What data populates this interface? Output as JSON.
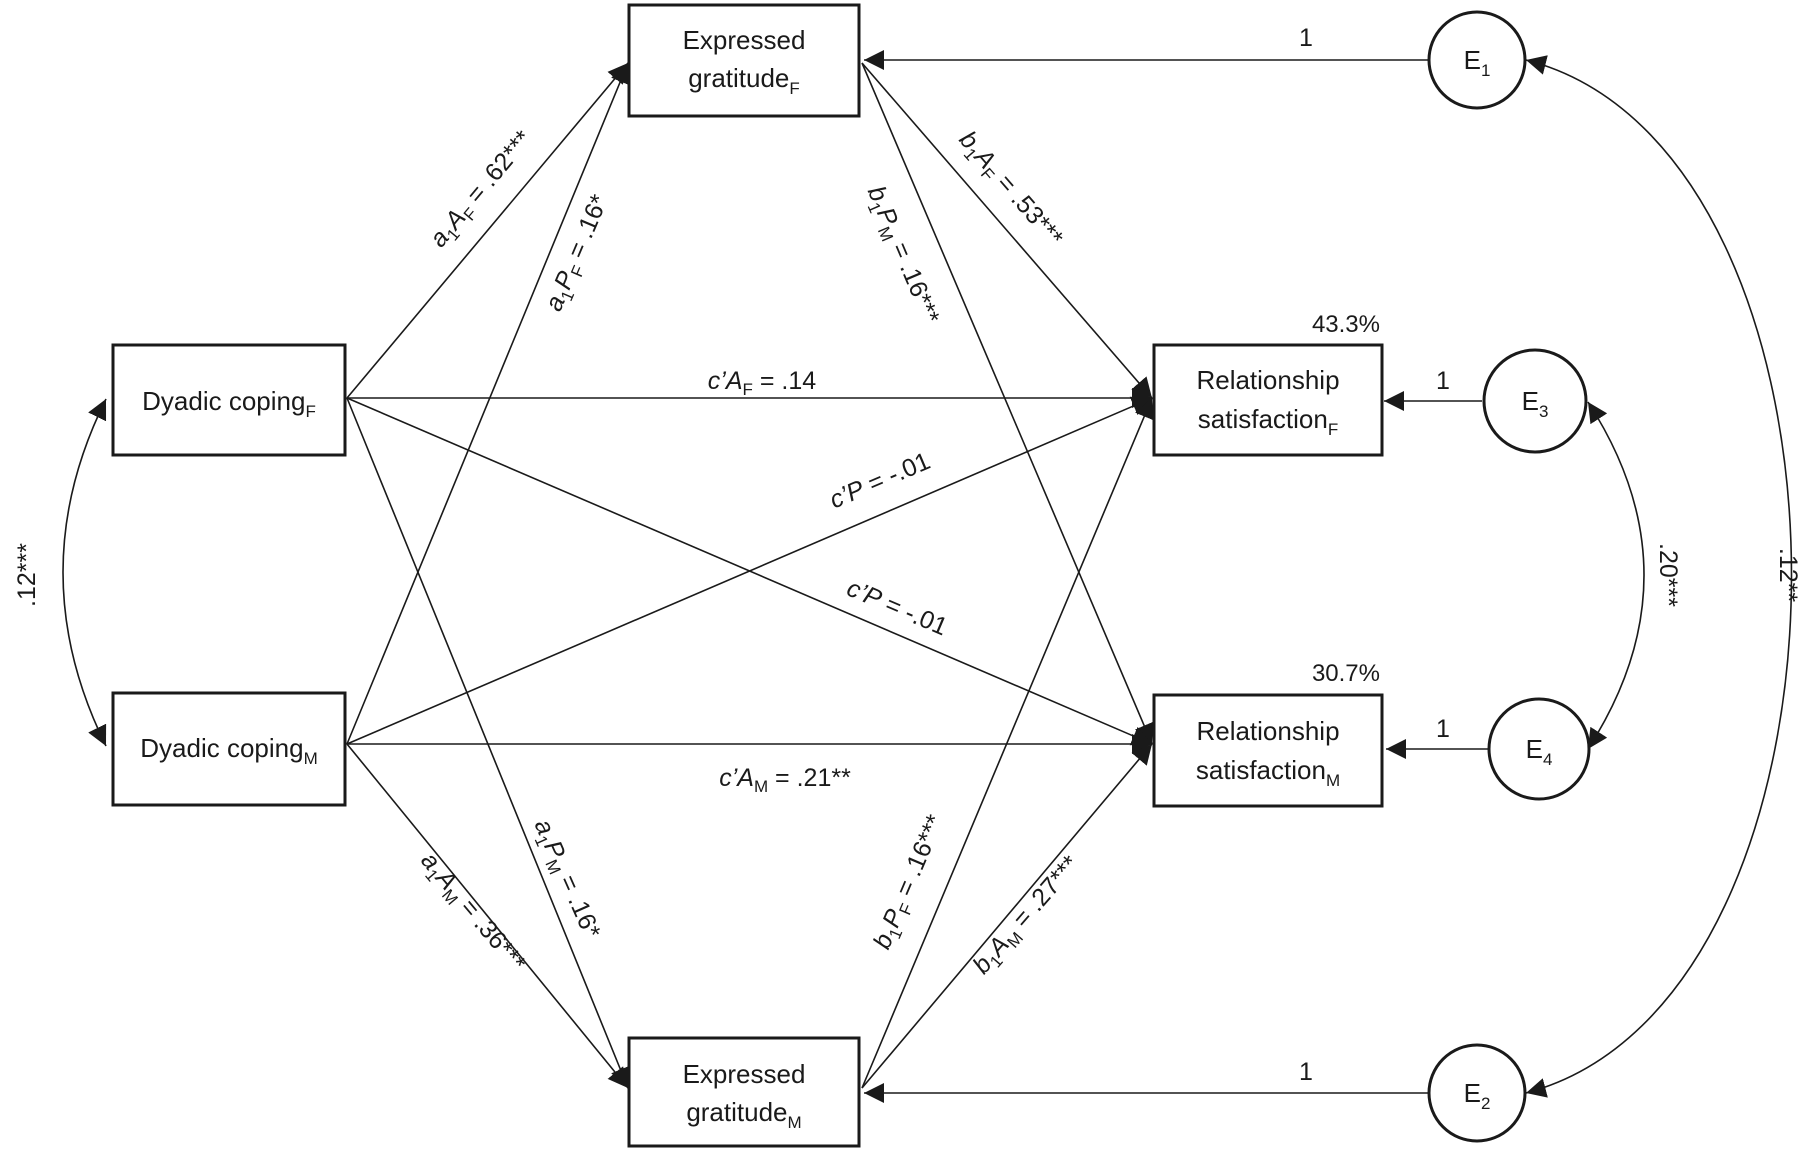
{
  "nodes": {
    "dc_f": {
      "line1": "Dyadic coping",
      "sub1": "F"
    },
    "dc_m": {
      "line1": "Dyadic coping",
      "sub1": "M"
    },
    "eg_f": {
      "line1": "Expressed",
      "line2": "gratitude",
      "sub2": "F"
    },
    "eg_m": {
      "line1": "Expressed",
      "line2": "gratitude",
      "sub2": "M"
    },
    "rs_f": {
      "line1": "Relationship",
      "line2": "satisfaction",
      "sub2": "F",
      "r2": "43.3%"
    },
    "rs_m": {
      "line1": "Relationship",
      "line2": "satisfaction",
      "sub2": "M",
      "r2": "30.7%"
    },
    "e1": {
      "letter": "E",
      "sub": "1"
    },
    "e2": {
      "letter": "E",
      "sub": "2"
    },
    "e3": {
      "letter": "E",
      "sub": "3"
    },
    "e4": {
      "letter": "E",
      "sub": "4"
    }
  },
  "paths": {
    "a1AF": {
      "v": "a",
      "vs": "1",
      "w": "A",
      "ws": "F",
      "rest": " = .62***"
    },
    "a1PF": {
      "v": "a",
      "vs": "1",
      "w": "P",
      "ws": "F",
      "rest": " = .16*"
    },
    "b1AF": {
      "v": "b",
      "vs": "1",
      "w": "A",
      "ws": "F",
      "rest": " = .53***"
    },
    "b1PM": {
      "v": "b",
      "vs": "1",
      "w": "P",
      "ws": "M",
      "rest": " = .16***"
    },
    "cAF": {
      "v": "c’",
      "w": "A",
      "ws": "F",
      "rest": " = .14"
    },
    "cP1": {
      "v": "c’",
      "w": "P",
      "rest": " = -.01"
    },
    "cP2": {
      "v": "c’",
      "w": "P",
      "rest": " = -.01"
    },
    "cAM": {
      "v": "c’",
      "w": "A",
      "ws": "M",
      "rest": " = .21**"
    },
    "a1AM": {
      "v": "a",
      "vs": "1",
      "w": "A",
      "ws": "M",
      "rest": " = .36***"
    },
    "a1PM": {
      "v": "a",
      "vs": "1",
      "w": "P",
      "ws": "M",
      "rest": " = .16*"
    },
    "b1PF": {
      "v": "b",
      "vs": "1",
      "w": "P",
      "ws": "F",
      "rest": " = .16***"
    },
    "b1AM": {
      "v": "b",
      "vs": "1",
      "w": "A",
      "ws": "M",
      "rest": " = .27***"
    }
  },
  "error_loadings": {
    "e1": "1",
    "e2": "1",
    "e3": "1",
    "e4": "1"
  },
  "covariances": {
    "dc": ".12***",
    "e34": ".20***",
    "e12": ".12**"
  },
  "colors": {
    "stroke": "#1a1a1a",
    "background": "#ffffff"
  }
}
